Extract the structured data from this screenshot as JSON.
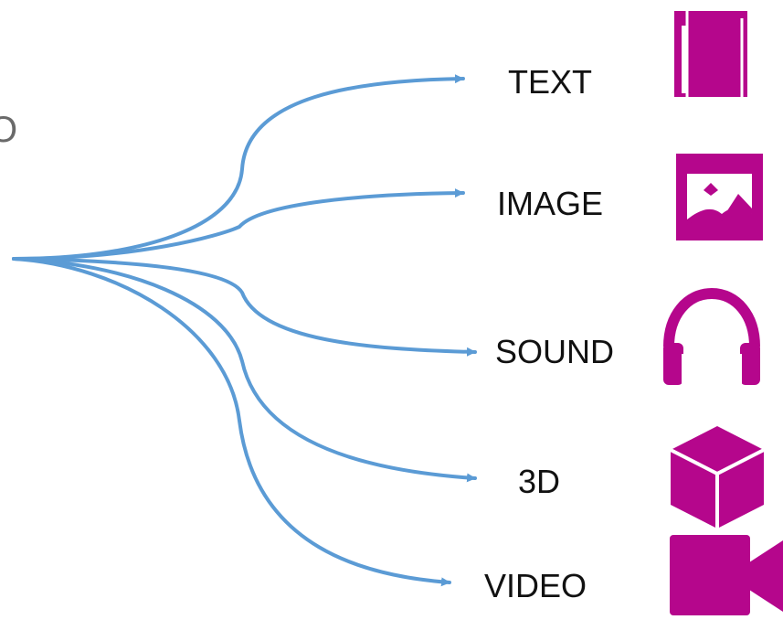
{
  "partial_text": "O",
  "colors": {
    "branch": "#5b9bd5",
    "icon": "#b5068c",
    "text": "#111111",
    "partial_text": "#6a6a6a"
  },
  "branches": [
    {
      "label": "TEXT",
      "icon": "book-icon"
    },
    {
      "label": "IMAGE",
      "icon": "image-icon"
    },
    {
      "label": "SOUND",
      "icon": "headphones-icon"
    },
    {
      "label": "3D",
      "icon": "cube-icon"
    },
    {
      "label": "VIDEO",
      "icon": "video-camera-icon"
    }
  ]
}
